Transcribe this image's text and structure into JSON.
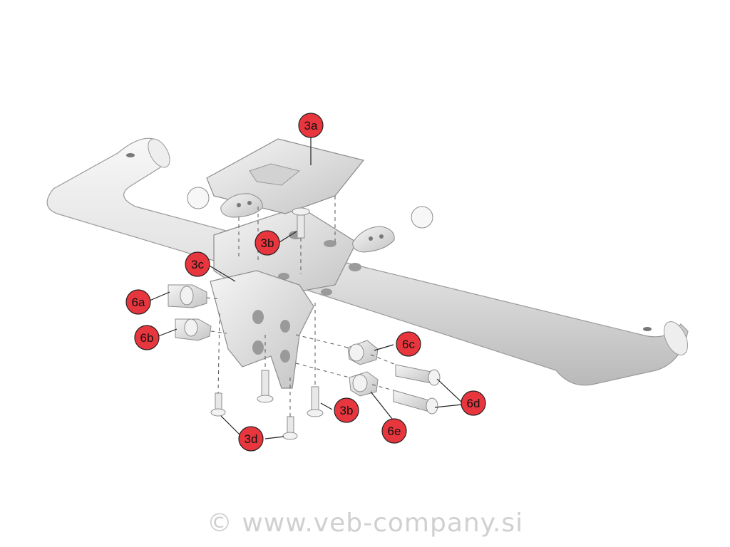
{
  "colors": {
    "callout_fill": "#e8363e",
    "callout_stroke": "#222222",
    "part_fill": "#e4e4e4",
    "part_stroke": "#8c8c8c",
    "watermark": "#d0d0d0"
  },
  "callouts": [
    {
      "id": "3a",
      "label": "3a"
    },
    {
      "id": "3b-top",
      "label": "3b"
    },
    {
      "id": "3c",
      "label": "3c"
    },
    {
      "id": "6a",
      "label": "6a"
    },
    {
      "id": "6b",
      "label": "6b"
    },
    {
      "id": "6c",
      "label": "6c"
    },
    {
      "id": "6d",
      "label": "6d"
    },
    {
      "id": "3b-bottom",
      "label": "3b"
    },
    {
      "id": "6e",
      "label": "6e"
    },
    {
      "id": "3d",
      "label": "3d"
    }
  ],
  "watermark": "© www.veb-company.si"
}
